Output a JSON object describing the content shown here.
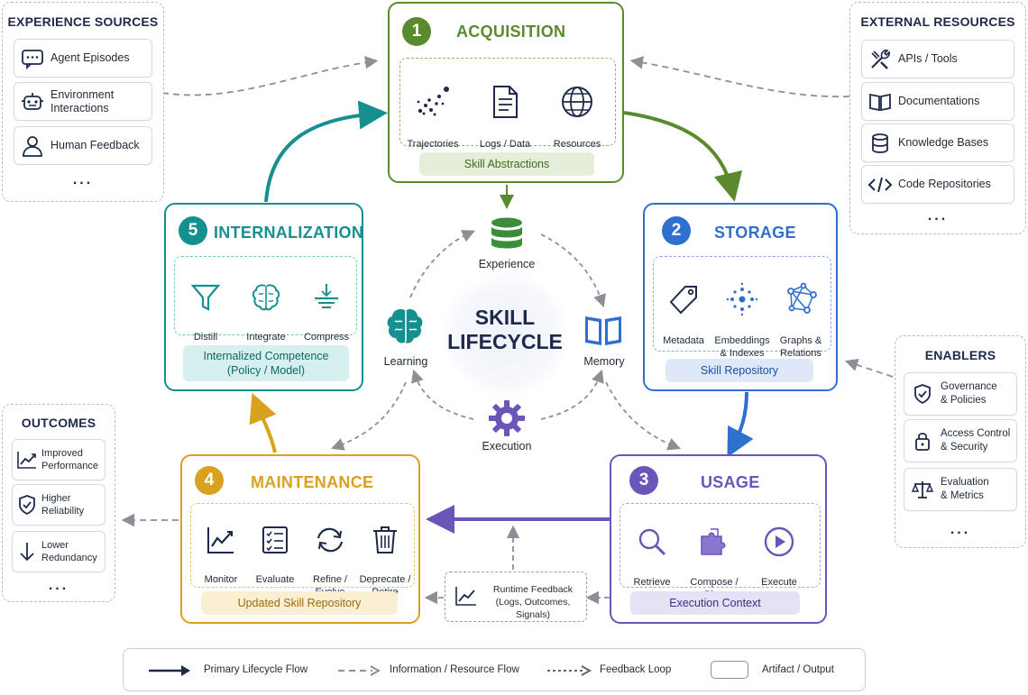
{
  "experience_sources": {
    "title": "EXPERIENCE SOURCES",
    "items": [
      {
        "label": "Agent Episodes",
        "icon": "chat-bubble-icon"
      },
      {
        "label": "Environment\nInteractions",
        "icon": "robot-icon"
      },
      {
        "label": "Human Feedback",
        "icon": "person-icon"
      }
    ],
    "more": "..."
  },
  "external_resources": {
    "title": "EXTERNAL RESOURCES",
    "items": [
      {
        "label": "APIs / Tools",
        "icon": "tools-icon"
      },
      {
        "label": "Documentations",
        "icon": "book-icon"
      },
      {
        "label": "Knowledge Bases",
        "icon": "database-icon"
      },
      {
        "label": "Code Repositories",
        "icon": "code-icon"
      }
    ],
    "more": "..."
  },
  "enablers": {
    "title": "ENABLERS",
    "items": [
      {
        "label": "Governance\n& Policies",
        "icon": "shield-check-icon"
      },
      {
        "label": "Access Control\n& Security",
        "icon": "lock-icon"
      },
      {
        "label": "Evaluation\n& Metrics",
        "icon": "scale-icon"
      }
    ],
    "more": "..."
  },
  "outcomes": {
    "title": "OUTCOMES",
    "items": [
      {
        "label": "Improved\nPerformance",
        "icon": "trend-up-icon"
      },
      {
        "label": "Higher\nReliability",
        "icon": "shield-check-icon"
      },
      {
        "label": "Lower\nRedundancy",
        "icon": "arrow-down-icon"
      }
    ],
    "more": "..."
  },
  "stages": {
    "acquisition": {
      "number": "1",
      "title": "ACQUISITION",
      "color": "#5b8a2e",
      "tools": [
        "Trajectories",
        "Logs / Data",
        "Resources"
      ],
      "artifact": "Skill Abstractions"
    },
    "storage": {
      "number": "2",
      "title": "STORAGE",
      "color": "#2f6fd0",
      "tools": [
        "Metadata",
        "Embeddings\n& Indexes",
        "Graphs &\nRelations"
      ],
      "artifact": "Skill Repository"
    },
    "usage": {
      "number": "3",
      "title": "USAGE",
      "color": "#6a55b8",
      "tools": [
        "Retrieve",
        "Compose /\nPlan",
        "Execute"
      ],
      "artifact": "Execution Context"
    },
    "maintenance": {
      "number": "4",
      "title": "MAINTENANCE",
      "color": "#d9a21e",
      "tools": [
        "Monitor",
        "Evaluate",
        "Refine /\nEvolve",
        "Deprecate /\nRetire"
      ],
      "artifact": "Updated Skill Repository"
    },
    "internalization": {
      "number": "5",
      "title": "INTERNALIZATION",
      "color": "#158f8f",
      "tools": [
        "Distill",
        "Integrate",
        "Compress"
      ],
      "artifact": "Internalized Competence\n(Policy / Model)"
    }
  },
  "center": {
    "title_line1": "SKILL",
    "title_line2": "LIFECYCLE",
    "nodes": [
      "Experience",
      "Memory",
      "Execution",
      "Learning"
    ]
  },
  "runtime_feedback": "Runtime Feedback\n(Logs, Outcomes, Signals)",
  "legend": {
    "primary": "Primary Lifecycle Flow",
    "information": "Information / Resource Flow",
    "feedback": "Feedback Loop",
    "artifact": "Artifact / Output"
  }
}
